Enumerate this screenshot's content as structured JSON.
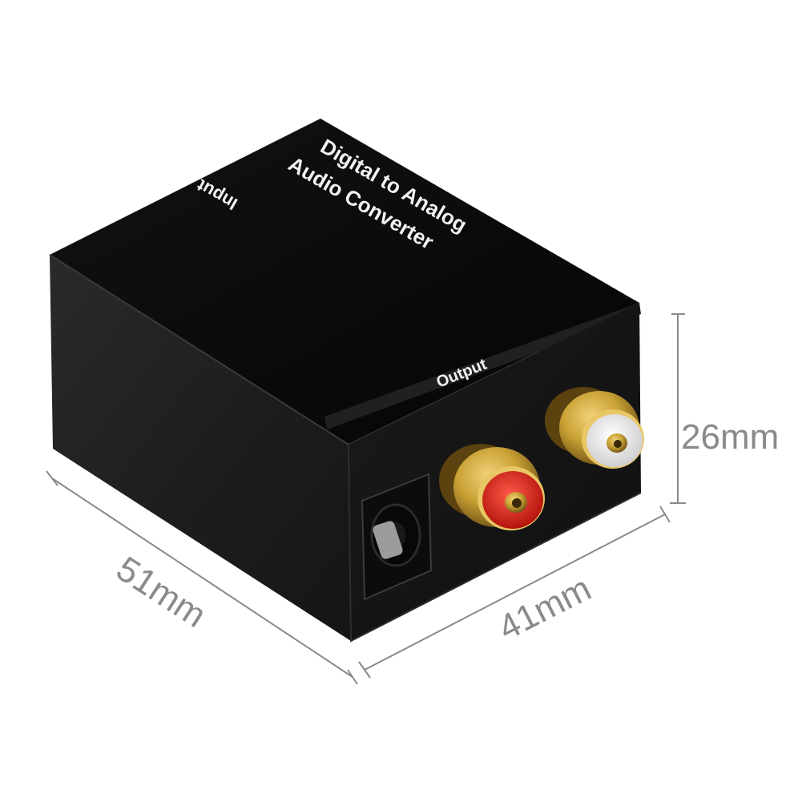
{
  "product": {
    "title_line1": "Digital to Analog",
    "title_line2": "Audio Converter",
    "label_input": "Input",
    "label_output": "Output"
  },
  "dimensions": {
    "length": "51mm",
    "width": "41mm",
    "height": "26mm"
  },
  "colors": {
    "background": "#ffffff",
    "body": "#1b1b1b",
    "top": "#0d0d0d",
    "gold": "#c9a235",
    "rca_red": "#e0241b",
    "rca_white": "#f4f4f4",
    "dimension_line": "#8a8a8a"
  },
  "connectors": [
    "dc-power-jack",
    "rca-red-jack",
    "rca-white-jack"
  ]
}
